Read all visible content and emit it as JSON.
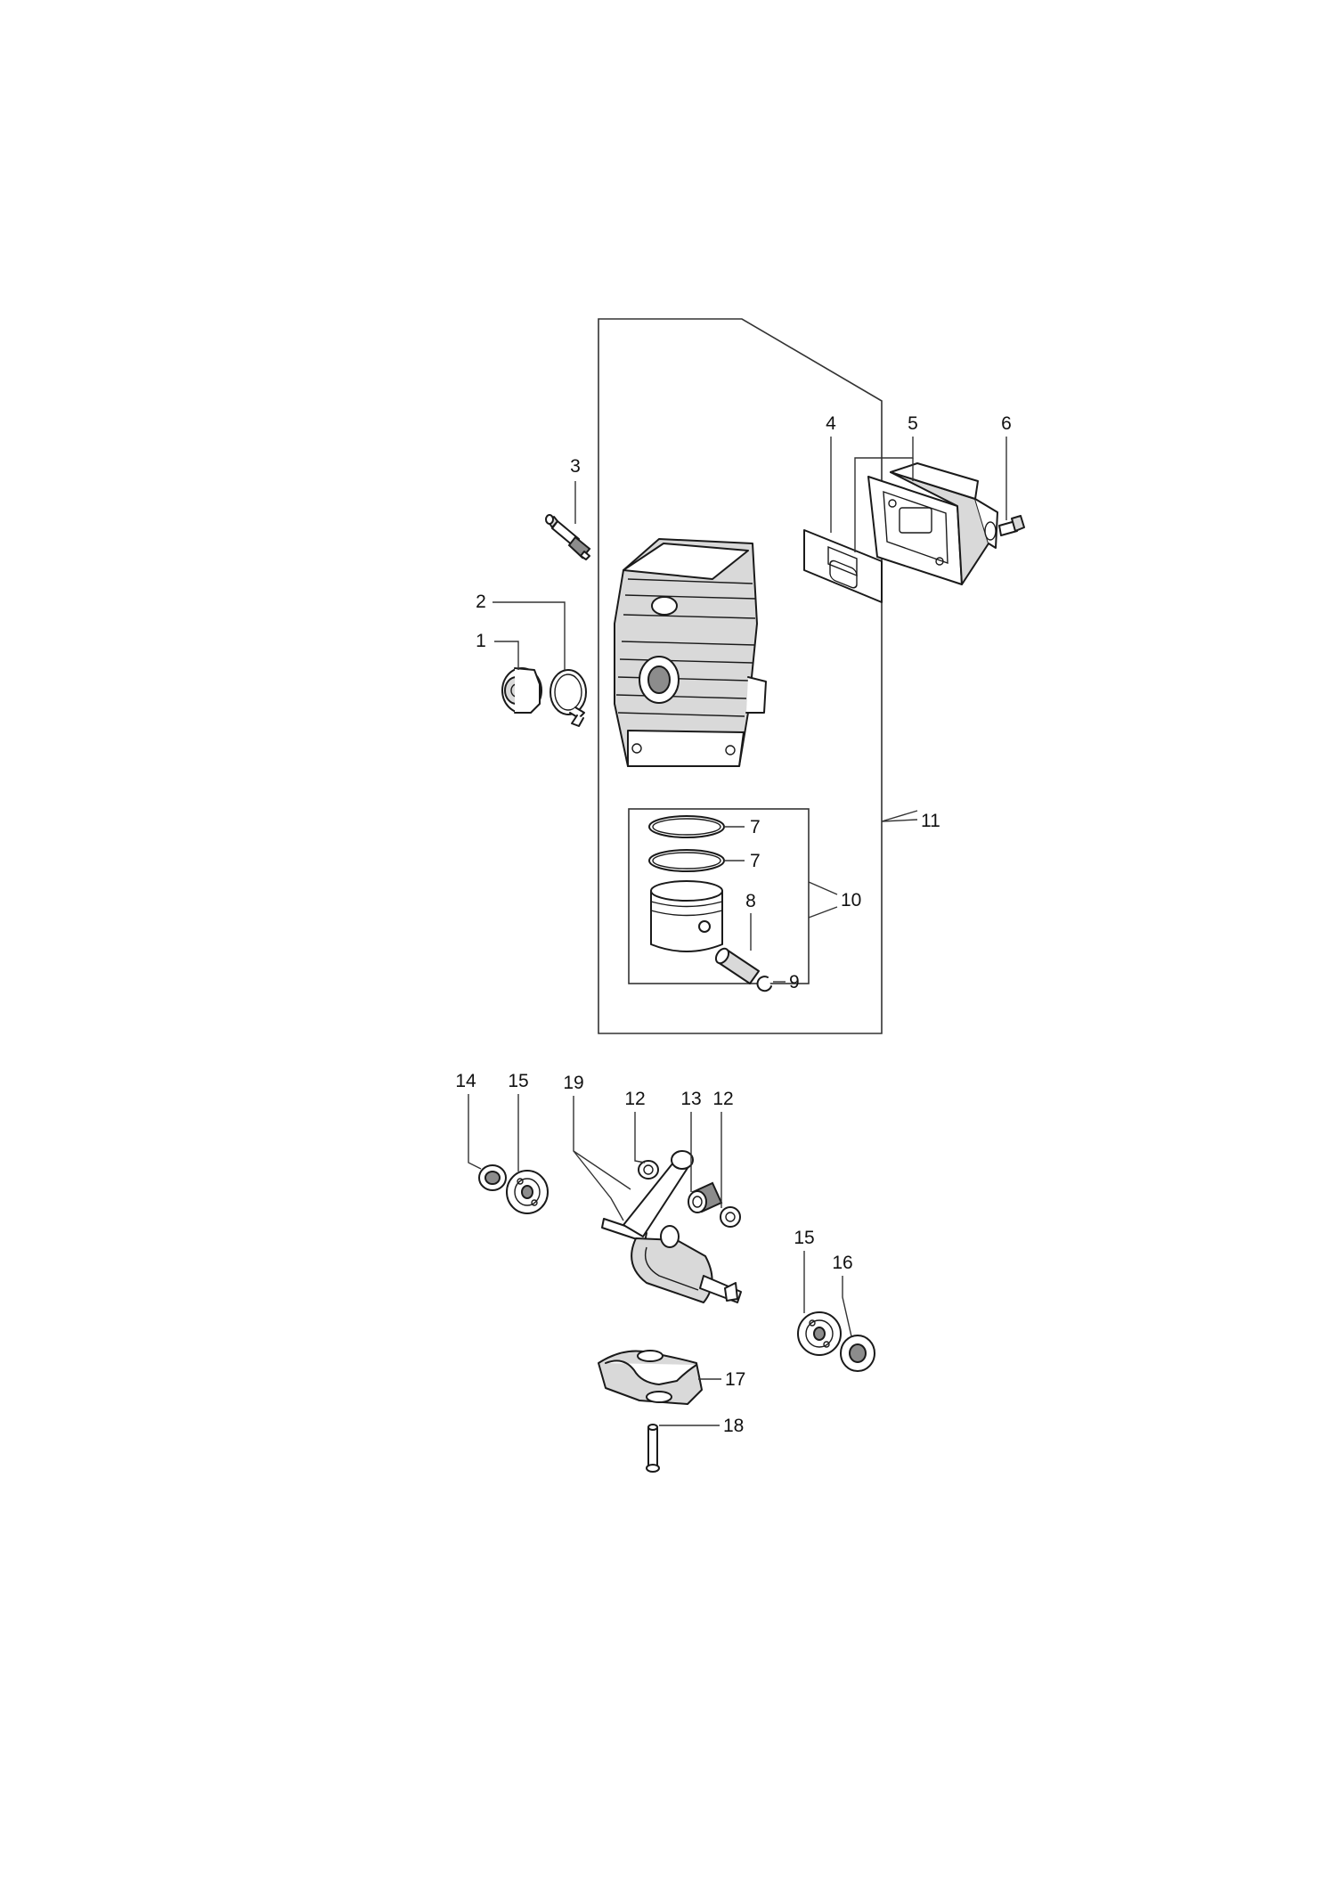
{
  "diagram": {
    "callouts": [
      {
        "id": "c1",
        "label": "1"
      },
      {
        "id": "c2",
        "label": "2"
      },
      {
        "id": "c3",
        "label": "3"
      },
      {
        "id": "c4",
        "label": "4"
      },
      {
        "id": "c5",
        "label": "5"
      },
      {
        "id": "c6",
        "label": "6"
      },
      {
        "id": "c7a",
        "label": "7"
      },
      {
        "id": "c7b",
        "label": "7"
      },
      {
        "id": "c8",
        "label": "8"
      },
      {
        "id": "c9",
        "label": "9"
      },
      {
        "id": "c10",
        "label": "10"
      },
      {
        "id": "c11",
        "label": "11"
      },
      {
        "id": "c12a",
        "label": "12"
      },
      {
        "id": "c12b",
        "label": "12"
      },
      {
        "id": "c13",
        "label": "13"
      },
      {
        "id": "c14",
        "label": "14"
      },
      {
        "id": "c15a",
        "label": "15"
      },
      {
        "id": "c15b",
        "label": "15"
      },
      {
        "id": "c16",
        "label": "16"
      },
      {
        "id": "c17",
        "label": "17"
      },
      {
        "id": "c18",
        "label": "18"
      },
      {
        "id": "c19",
        "label": "19"
      }
    ]
  }
}
